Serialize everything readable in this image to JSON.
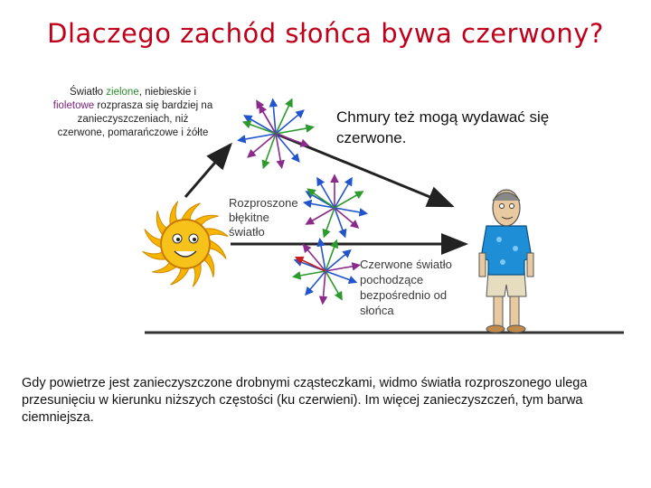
{
  "title": "Dlaczego zachód słońca bywa czerwony?",
  "left_caption": {
    "part1": "Światło ",
    "green": "zielone",
    "part2": ", niebieskie i ",
    "violet": "fioletowe",
    "part3": " rozprasza się bardziej na zanieczyszczeniach, niż czerwone, pomarańczowe i żółte"
  },
  "right_caption": "Chmury też mogą wydawać się czerwone.",
  "diagram": {
    "label_scattered": [
      "Rozproszone",
      "błękitne",
      "światło"
    ],
    "label_red": [
      "Czerwone światło",
      "pochodzące",
      "bezpośrednio od",
      "słońca"
    ],
    "colors": {
      "arrow": "#222222",
      "blue": "#2255cc",
      "green": "#2c9a2c",
      "violet": "#8b2a8b",
      "red": "#c81e1e",
      "sun": "#f7b500",
      "person_shirt": "#1e8fd6"
    }
  },
  "bottom_text": "Gdy powietrze jest zanieczyszczone drobnymi cząsteczkami, widmo światła rozproszonego ulega przesunięciu w kierunku niższych częstości (ku czerwieni). Im więcej zanieczyszczeń, tym barwa ciemniejsza."
}
